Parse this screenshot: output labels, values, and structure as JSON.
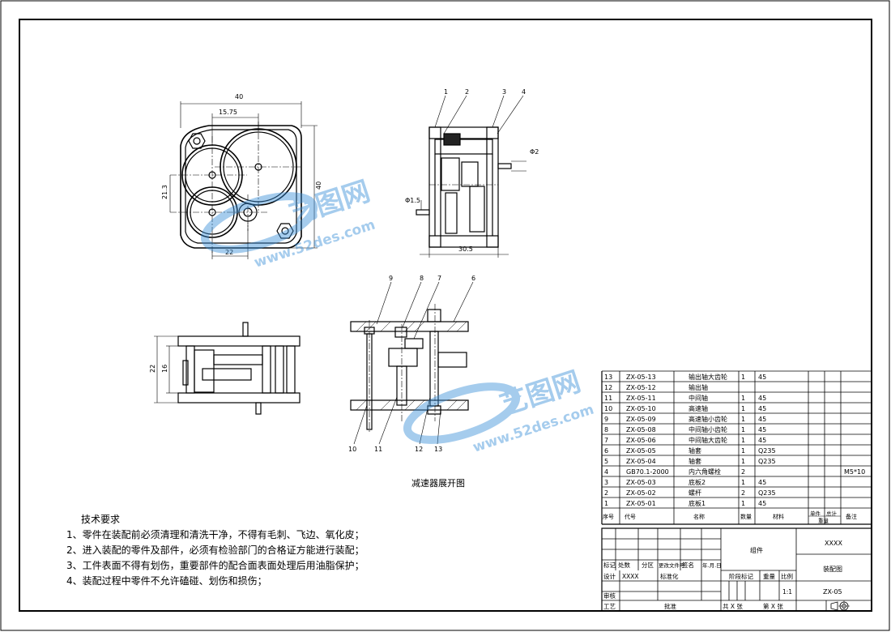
{
  "drawing": {
    "view_caption": "减速器展开图",
    "front_view": {
      "dim_width": "40",
      "dim_center": "15.75",
      "dim_height": "40",
      "dim_left": "21.3",
      "dim_bottom": "22"
    },
    "side_view": {
      "balloons": [
        "1",
        "2",
        "3",
        "4"
      ],
      "dim_shaft": "Φ2",
      "dim_shaft2": "Φ1.5",
      "dim_len": "30.5"
    },
    "expanded_view": {
      "balloons": [
        "9",
        "8",
        "7",
        "6",
        "10",
        "11",
        "12",
        "13"
      ]
    },
    "bottom_view": {
      "dim_outer": "22",
      "dim_inner": "16"
    },
    "watermarks": [
      {
        "brand": "艺图网",
        "url": "www.52des.com"
      },
      {
        "brand": "艺图网",
        "url": "www.52des.com"
      }
    ]
  },
  "notes": {
    "title": "技术要求",
    "items": [
      "1、零件在装配前必须清理和清洗干净，不得有毛刺、飞边、氧化皮；",
      "2、进入装配的零件及部件，必须有检验部门的合格证方能进行装配；",
      "3、工件表面不得有划伤，重要部件的配合面表面处理后用油脂保护；",
      "4、装配过程中零件不允许磕碰、划伤和损伤；"
    ]
  },
  "bom": {
    "rows": [
      {
        "no": "13",
        "code": "ZX-05-13",
        "name": "输出轴大齿轮",
        "qty": "1",
        "material": "45",
        "remark": ""
      },
      {
        "no": "12",
        "code": "ZX-05-12",
        "name": "输出轴",
        "qty": "",
        "material": "",
        "remark": ""
      },
      {
        "no": "11",
        "code": "ZX-05-11",
        "name": "中间轴",
        "qty": "1",
        "material": "45",
        "remark": ""
      },
      {
        "no": "10",
        "code": "ZX-05-10",
        "name": "高速轴",
        "qty": "1",
        "material": "45",
        "remark": ""
      },
      {
        "no": "9",
        "code": "ZX-05-09",
        "name": "高速轴小齿轮",
        "qty": "1",
        "material": "45",
        "remark": ""
      },
      {
        "no": "8",
        "code": "ZX-05-08",
        "name": "中间轴小齿轮",
        "qty": "1",
        "material": "45",
        "remark": ""
      },
      {
        "no": "7",
        "code": "ZX-05-06",
        "name": "中间轴大齿轮",
        "qty": "1",
        "material": "45",
        "remark": ""
      },
      {
        "no": "6",
        "code": "ZX-05-05",
        "name": "轴套",
        "qty": "1",
        "material": "Q235",
        "remark": ""
      },
      {
        "no": "5",
        "code": "ZX-05-04",
        "name": "轴套",
        "qty": "1",
        "material": "Q235",
        "remark": ""
      },
      {
        "no": "4",
        "code": "GB70.1-2000",
        "name": "内六角螺栓",
        "qty": "2",
        "material": "",
        "remark": "M5*10"
      },
      {
        "no": "3",
        "code": "ZX-05-03",
        "name": "底板2",
        "qty": "1",
        "material": "45",
        "remark": ""
      },
      {
        "no": "2",
        "code": "ZX-05-02",
        "name": "螺杆",
        "qty": "2",
        "material": "Q235",
        "remark": ""
      },
      {
        "no": "1",
        "code": "ZX-05-01",
        "name": "底板1",
        "qty": "1",
        "material": "45",
        "remark": ""
      }
    ],
    "header": {
      "no": "序号",
      "code": "代号",
      "name": "名称",
      "qty": "数量",
      "material": "材料",
      "unit_weight": "单件",
      "total_weight": "总计",
      "weight": "重量",
      "remark": "备注"
    }
  },
  "title_block": {
    "company": "XXXX",
    "group": "组件",
    "drawing_name": "装配图",
    "drawing_no": "ZX-05",
    "mark": "标记",
    "count": "处数",
    "zone": "分区",
    "change_doc": "更改文件号",
    "sign": "签名",
    "date": "年.月.日",
    "design": "设计",
    "designer": "XXXX",
    "standard": "标准化",
    "stage": "阶段标记",
    "weight": "重量",
    "scale_label": "比例",
    "scale": "1:1",
    "review": "审核",
    "process": "工艺",
    "approve": "批准",
    "total_sheets": "共 X 张",
    "sheet": "第 X 张"
  }
}
